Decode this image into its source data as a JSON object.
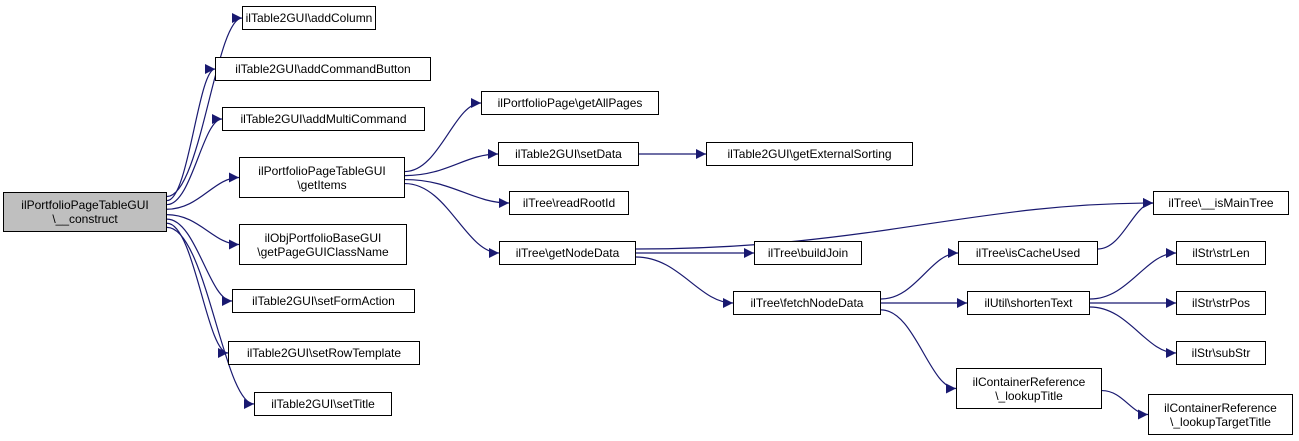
{
  "diagram": {
    "type": "call-graph",
    "colors": {
      "edge": "#191970",
      "root_fill": "#bfbfbf",
      "node_fill": "#ffffff",
      "border": "#000000"
    },
    "nodes": {
      "root": {
        "lines": [
          "ilPortfolioPageTableGUI",
          "\\__construct"
        ]
      },
      "addColumn": {
        "lines": [
          "ilTable2GUI\\addColumn"
        ]
      },
      "addCommandButton": {
        "lines": [
          "ilTable2GUI\\addCommandButton"
        ]
      },
      "addMultiCommand": {
        "lines": [
          "ilTable2GUI\\addMultiCommand"
        ]
      },
      "getItems": {
        "lines": [
          "ilPortfolioPageTableGUI",
          "\\getItems"
        ]
      },
      "getPageGUIClassName": {
        "lines": [
          "ilObjPortfolioBaseGUI",
          "\\getPageGUIClassName"
        ]
      },
      "setFormAction": {
        "lines": [
          "ilTable2GUI\\setFormAction"
        ]
      },
      "setRowTemplate": {
        "lines": [
          "ilTable2GUI\\setRowTemplate"
        ]
      },
      "setTitle": {
        "lines": [
          "ilTable2GUI\\setTitle"
        ]
      },
      "getAllPages": {
        "lines": [
          "ilPortfolioPage\\getAllPages"
        ]
      },
      "setData": {
        "lines": [
          "ilTable2GUI\\setData"
        ]
      },
      "readRootId": {
        "lines": [
          "ilTree\\readRootId"
        ]
      },
      "getNodeData": {
        "lines": [
          "ilTree\\getNodeData"
        ]
      },
      "getExternalSorting": {
        "lines": [
          "ilTable2GUI\\getExternalSorting"
        ]
      },
      "buildJoin": {
        "lines": [
          "ilTree\\buildJoin"
        ]
      },
      "fetchNodeData": {
        "lines": [
          "ilTree\\fetchNodeData"
        ]
      },
      "isCacheUsed": {
        "lines": [
          "ilTree\\isCacheUsed"
        ]
      },
      "shortenText": {
        "lines": [
          "ilUtil\\shortenText"
        ]
      },
      "lookupTitle": {
        "lines": [
          "ilContainerReference",
          "\\_lookupTitle"
        ]
      },
      "isMainTree": {
        "lines": [
          "ilTree\\__isMainTree"
        ]
      },
      "strLen": {
        "lines": [
          "ilStr\\strLen"
        ]
      },
      "strPos": {
        "lines": [
          "ilStr\\strPos"
        ]
      },
      "subStr": {
        "lines": [
          "ilStr\\subStr"
        ]
      },
      "lookupTargetTitle": {
        "lines": [
          "ilContainerReference",
          "\\_lookupTargetTitle"
        ]
      }
    },
    "edges": [
      [
        "root",
        "addColumn"
      ],
      [
        "root",
        "addCommandButton"
      ],
      [
        "root",
        "addMultiCommand"
      ],
      [
        "root",
        "getItems"
      ],
      [
        "root",
        "getPageGUIClassName"
      ],
      [
        "root",
        "setFormAction"
      ],
      [
        "root",
        "setRowTemplate"
      ],
      [
        "root",
        "setTitle"
      ],
      [
        "getItems",
        "getAllPages"
      ],
      [
        "getItems",
        "setData"
      ],
      [
        "getItems",
        "readRootId"
      ],
      [
        "getItems",
        "getNodeData"
      ],
      [
        "setData",
        "getExternalSorting"
      ],
      [
        "getNodeData",
        "isMainTree"
      ],
      [
        "getNodeData",
        "buildJoin"
      ],
      [
        "getNodeData",
        "fetchNodeData"
      ],
      [
        "fetchNodeData",
        "isCacheUsed"
      ],
      [
        "fetchNodeData",
        "shortenText"
      ],
      [
        "fetchNodeData",
        "lookupTitle"
      ],
      [
        "isCacheUsed",
        "isMainTree"
      ],
      [
        "shortenText",
        "strLen"
      ],
      [
        "shortenText",
        "strPos"
      ],
      [
        "shortenText",
        "subStr"
      ],
      [
        "lookupTitle",
        "lookupTargetTitle"
      ]
    ]
  }
}
